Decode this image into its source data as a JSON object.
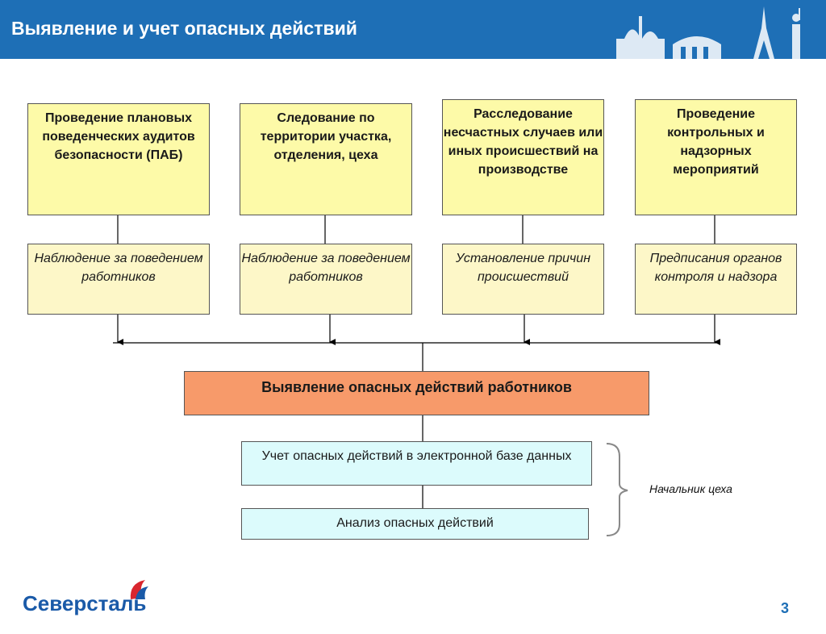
{
  "header": {
    "title": "Выявление и учет опасных действий"
  },
  "top_boxes": [
    "Проведение плановых поведенческих аудитов безопасности (ПАБ)",
    "Следование по территории участка, отделения, цеха",
    "Расследование несчастных случаев или иных происшествий на производстве",
    "Проведение контрольных и надзорных мероприятий"
  ],
  "mid_boxes": [
    "Наблюдение за поведением работников",
    "Наблюдение за поведением работников",
    "Установление причин происшествий",
    "Предписания органов контроля и надзора"
  ],
  "main_box": "Выявление опасных действий работников",
  "steps": [
    "Учет опасных действий в электронной базе данных",
    "Анализ опасных действий"
  ],
  "responsible": "Начальник цеха",
  "logo": {
    "text": "Северсталь"
  },
  "page_number": "3",
  "colors": {
    "header": "#1e6fb6",
    "top_box": "#fdfaa8",
    "mid_box": "#fdf7c8",
    "main_box": "#f79a6a",
    "step_box": "#dcfbfc"
  }
}
